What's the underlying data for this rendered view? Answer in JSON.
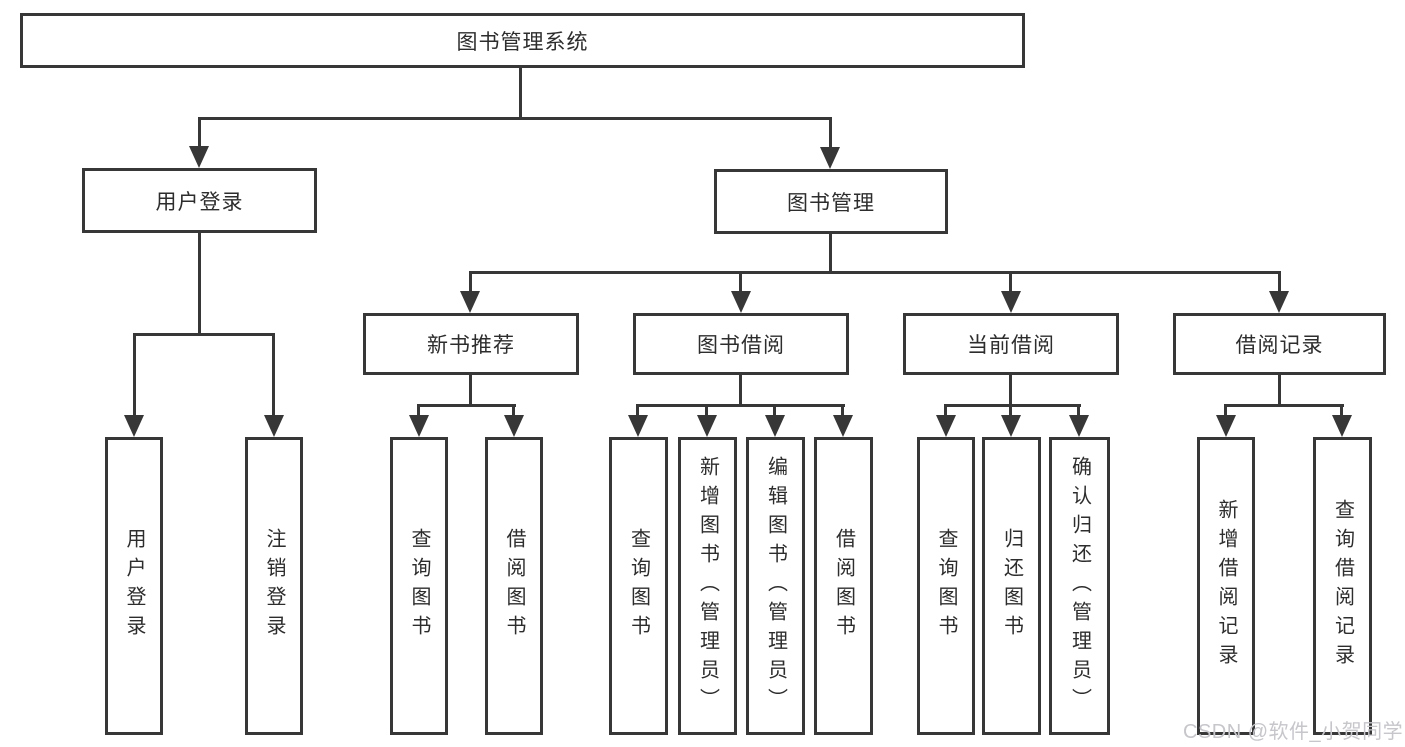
{
  "colors": {
    "line": "#373737",
    "text": "#2d2d2d",
    "background": "#ffffff",
    "watermark_text_color": "#c6c6cb"
  },
  "root": {
    "label": "图书管理系统"
  },
  "branches": [
    {
      "label": "用户登录",
      "children": [
        {
          "label": "用户登录"
        },
        {
          "label": "注销登录"
        }
      ]
    },
    {
      "label": "图书管理",
      "children": [
        {
          "label": "新书推荐",
          "children": [
            {
              "label": "查询图书"
            },
            {
              "label": "借阅图书"
            }
          ]
        },
        {
          "label": "图书借阅",
          "children": [
            {
              "label": "查询图书"
            },
            {
              "label": "新增图书（管理员）"
            },
            {
              "label": "编辑图书（管理员）"
            },
            {
              "label": "借阅图书"
            }
          ]
        },
        {
          "label": "当前借阅",
          "children": [
            {
              "label": "查询图书"
            },
            {
              "label": "归还图书"
            },
            {
              "label": "确认归还（管理员）"
            }
          ]
        },
        {
          "label": "借阅记录",
          "children": [
            {
              "label": "新增借阅记录"
            },
            {
              "label": "查询借阅记录"
            }
          ]
        }
      ]
    }
  ],
  "watermark": {
    "text": "CSDN @软件_小贺同学"
  }
}
